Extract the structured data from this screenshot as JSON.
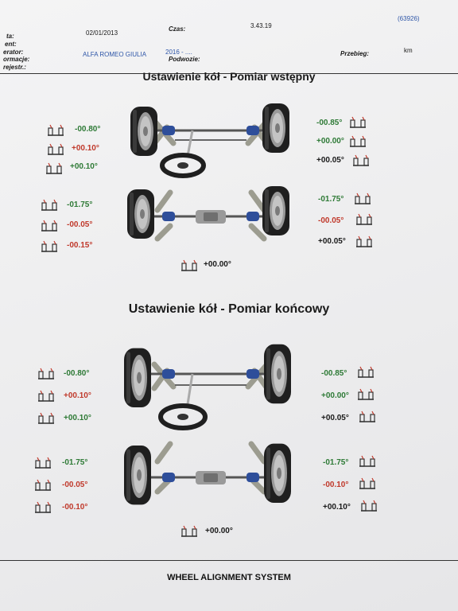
{
  "header": {
    "ref": "(63926)",
    "date": "02/01/2013",
    "czas_label": "Czas:",
    "version": "3.43.19",
    "labels": [
      "ta:",
      "ent:",
      "erator:",
      "ormacje:",
      "rejestr.:"
    ],
    "vehicle": "ALFA ROMEO GIULIA",
    "year": "2016 - ....",
    "podwozie_label": "Podwozie:",
    "przebieg_label": "Przebieg:",
    "km_unit": "km"
  },
  "sections": [
    {
      "title": "Ustawienie kół - Pomiar wstępny",
      "front_left": [
        "-00.80°",
        "+00.10°",
        "+00.10°"
      ],
      "front_right": [
        "-00.85°",
        "+00.00°",
        "+00.05°"
      ],
      "rear_left": [
        "-01.75°",
        "-00.05°",
        "-00.15°"
      ],
      "rear_right": [
        "-01.75°",
        "-00.05°",
        "+00.05°"
      ],
      "thrust": "+00.00°"
    },
    {
      "title": "Ustawienie kół - Pomiar końcowy",
      "front_left": [
        "-00.80°",
        "+00.10°",
        "+00.10°"
      ],
      "front_right": [
        "-00.85°",
        "+00.00°",
        "+00.05°"
      ],
      "rear_left": [
        "-01.75°",
        "-00.05°",
        "-00.10°"
      ],
      "rear_right": [
        "-01.75°",
        "-00.10°",
        "+00.10°"
      ],
      "thrust": "+00.00°"
    }
  ],
  "colors": {
    "green": "#2e7a36",
    "red": "#c0392b",
    "black": "#1a1a1a",
    "blue": "#2e56a8"
  },
  "footer": "WHEEL ALIGNMENT SYSTEM"
}
